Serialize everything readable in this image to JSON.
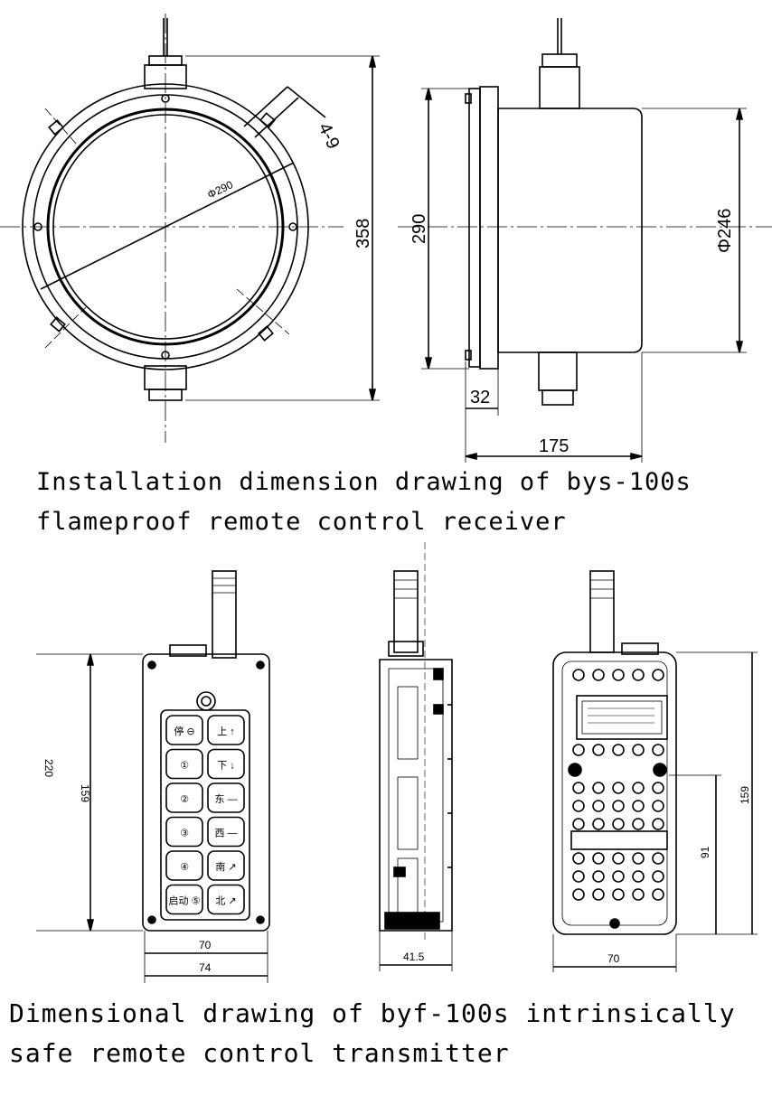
{
  "receiver": {
    "caption_line1": "Installation dimension drawing of bys-100s",
    "caption_line2": "flameproof remote control receiver",
    "dims": {
      "height": "358",
      "flange": "290",
      "holes": "4-9",
      "bolt_circle": "Φ290",
      "body_diameter": "Φ246",
      "flange_thickness": "32",
      "depth": "175"
    }
  },
  "transmitter": {
    "caption_line1": "Dimensional drawing of byf-100s intrinsically",
    "caption_line2": "safe remote control transmitter",
    "dims": {
      "height_total": "220",
      "height_body": "159",
      "width_inner": "70",
      "width_outer": "74",
      "thickness": "41.5",
      "back_height": "159",
      "back_inner": "91",
      "back_width": "70"
    },
    "keys": [
      {
        "left": "停 ⊖",
        "right": "上 ↑"
      },
      {
        "left": "①",
        "right": "下 ↓"
      },
      {
        "left": "②",
        "right": "东 —"
      },
      {
        "left": "③",
        "right": "西 —"
      },
      {
        "left": "④",
        "right": "南 ↗"
      },
      {
        "left": "启动 ⑤",
        "right": "北 ↗"
      }
    ]
  }
}
